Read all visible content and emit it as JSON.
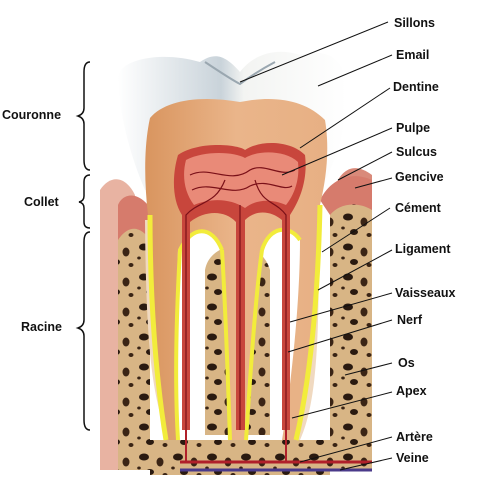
{
  "regions": {
    "couronne": "Couronne",
    "collet": "Collet",
    "racine": "Racine"
  },
  "labels": {
    "sillons": "Sillons",
    "email": "Email",
    "dentine": "Dentine",
    "pulpe": "Pulpe",
    "sulcus": "Sulcus",
    "gencive": "Gencive",
    "cement": "Cément",
    "ligament": "Ligament",
    "vaisseaux": "Vaisseaux",
    "nerf": "Nerf",
    "os": "Os",
    "apex": "Apex",
    "artere": "Artère",
    "veine": "Veine"
  },
  "colors": {
    "enamel": "#e8eef2",
    "dentin": "#e9b48a",
    "pulp": "#f3c6a0",
    "gum": "#d98a7a",
    "bone": "#c79f6f",
    "cement": "#f2ec3b",
    "vessel": "#b0202a"
  }
}
